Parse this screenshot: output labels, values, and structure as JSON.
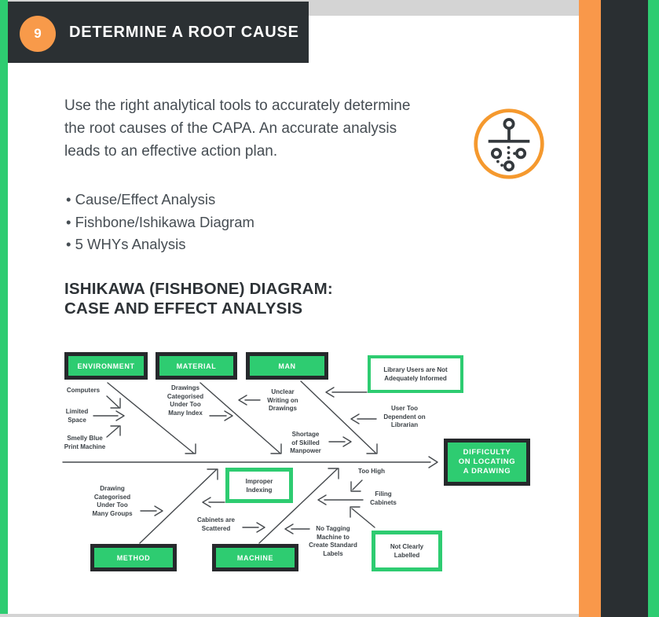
{
  "page": {
    "step_number": "9",
    "title": "DETERMINE A ROOT CAUSE",
    "intro": "Use the right analytical tools to accurately determine\nthe root causes of the CAPA. An accurate analysis\nleads to an effective action plan.",
    "bullets": [
      "Cause/Effect Analysis",
      "Fishbone/Ishikawa Diagram",
      "5 WHYs Analysis"
    ],
    "section_heading": "ISHIKAWA (FISHBONE) DIAGRAM:\nCASE AND EFFECT ANALYSIS"
  },
  "colors": {
    "accent_green": "#2ecc71",
    "accent_orange": "#f9984a",
    "dark": "#2b3033",
    "light_gray": "#d4d4d4",
    "body_text": "#464d53",
    "diagram_text": "#3c4247"
  },
  "diagram": {
    "category_boxes": {
      "environment": "ENVIRONMENT",
      "material": "MATERIAL",
      "man": "MAN",
      "method": "METHOD",
      "machine": "MACHINE"
    },
    "effect_box": "DIFFICULTY\nON LOCATING\nA DRAWING",
    "callout_boxes": {
      "library_users": "Library Users are Not\nAdequately Informed",
      "improper_indexing": "Improper\nIndexing",
      "not_clearly_labelled": "Not Clearly\nLabelled"
    },
    "labels": {
      "computers": "Computers",
      "limited_space": "Limited\nSpace",
      "smelly_blue": "Smelly Blue\nPrint Machine",
      "drawings_index": "Drawings\nCategorised\nUnder Too\nMany Index",
      "unclear_writing": "Unclear\nWriting on\nDrawings",
      "shortage_manpower": "Shortage\nof Skilled\nManpower",
      "user_dependent": "User Too\nDependent on\nLibrarian",
      "too_high": "Too High",
      "filing_cabinets": "Filing\nCabinets",
      "no_tagging": "No Tagging\nMachine to\nCreate Standard\nLabels",
      "cabinets_scattered": "Cabinets are\nScattered",
      "drawing_groups": "Drawing\nCategorised\nUnder Too\nMany Groups"
    }
  }
}
